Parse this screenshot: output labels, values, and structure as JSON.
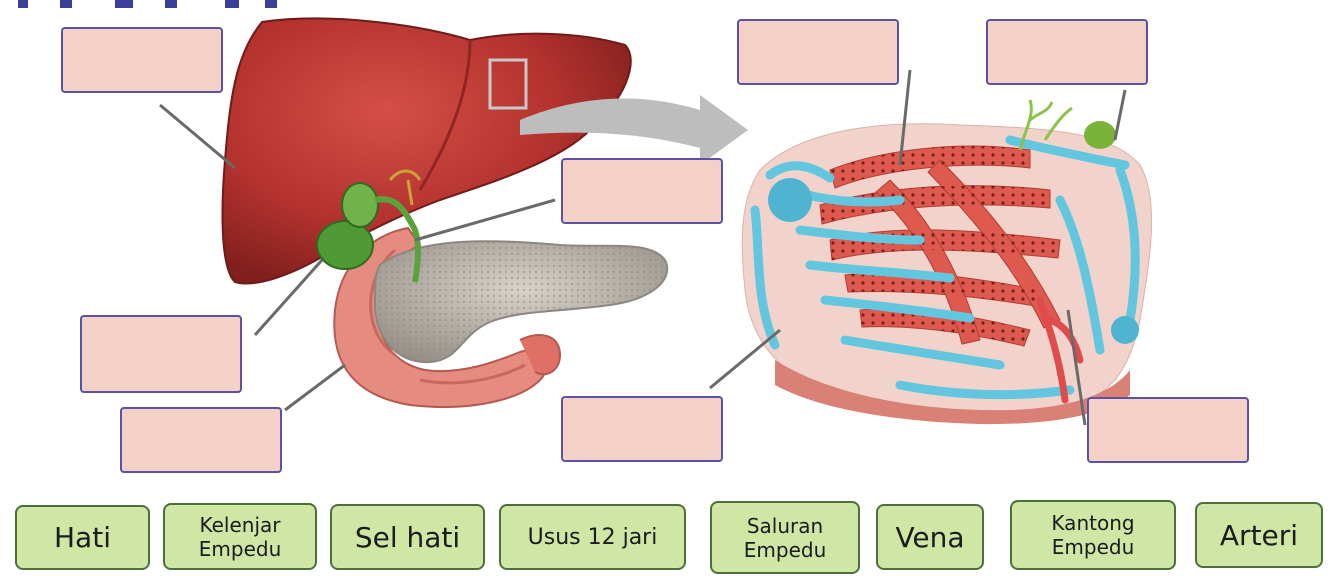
{
  "labels": {
    "hati": "Hati",
    "kelenjar_empedu_1": "Kelenjar",
    "kelenjar_empedu_2": "Empedu",
    "sel_hati": "Sel hati",
    "usus": "Usus 12 jari",
    "saluran_1": "Saluran",
    "saluran_2": "Empedu",
    "vena": "Vena",
    "kantong_1": "Kantong",
    "kantong_2": "Empedu",
    "arteri": "Arteri"
  },
  "colors": {
    "liver": "#b3322e",
    "gallbladder": "#5aa33a",
    "duodenum": "#e58b80",
    "pancreas": "#b7b1a8",
    "vein_blue": "#62c6de",
    "artery_red": "#e04b4b",
    "arrow_gray": "#bdbdbd",
    "drop_fill": "#f4d1c6",
    "drop_border": "#5a52a8",
    "tile_fill": "#cfe6a5",
    "tile_border": "#4d6f3c"
  }
}
